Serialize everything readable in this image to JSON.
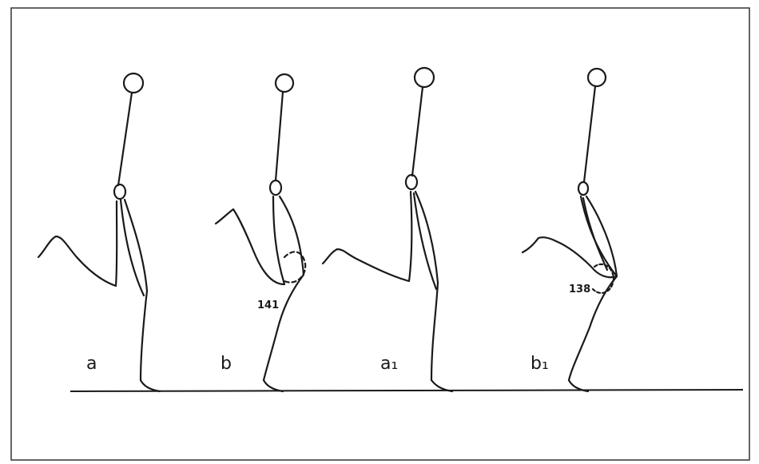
{
  "figures": [
    {
      "label": "a"
    },
    {
      "label": "b",
      "angle_label": "141"
    },
    {
      "label": "a₁"
    },
    {
      "label": "b₁",
      "angle_label": "138"
    }
  ],
  "colors": {
    "ink": "#1a1a1a",
    "border": "#333333",
    "paper": "#ffffff"
  }
}
